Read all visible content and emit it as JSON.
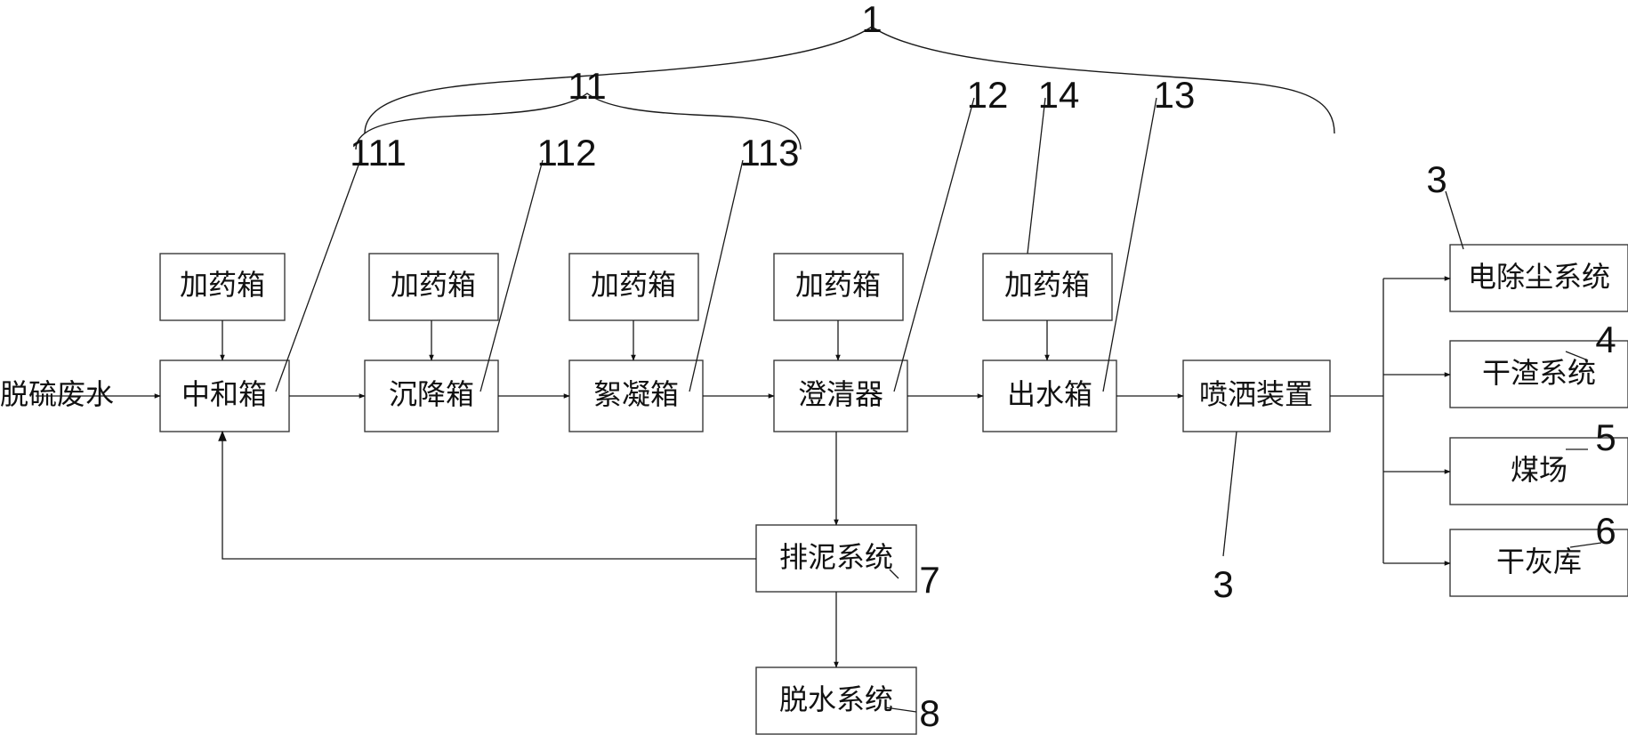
{
  "input_label": "脱硫废水",
  "dosing_tanks": [
    "加药箱",
    "加药箱",
    "加药箱",
    "加药箱",
    "加药箱"
  ],
  "main_chain": [
    "中和箱",
    "沉降箱",
    "絮凝箱",
    "澄清器",
    "出水箱",
    "喷洒装置"
  ],
  "sludge": {
    "discharge": "排泥系统",
    "dewatering": "脱水系统"
  },
  "destinations": [
    "电除尘系统",
    "干渣系统",
    "煤场",
    "干灰库"
  ],
  "reference_numbers": {
    "system": "1",
    "pretreatment": "11",
    "neutralization": "111",
    "sedimentation": "112",
    "flocculation": "113",
    "clarifier": "12",
    "outlet": "13",
    "dosing": "14",
    "spray": "3",
    "electrostatic": "3",
    "dry_slag": "4",
    "coal_yard": "5",
    "dry_ash": "6",
    "sludge_discharge": "7",
    "dewatering": "8"
  }
}
